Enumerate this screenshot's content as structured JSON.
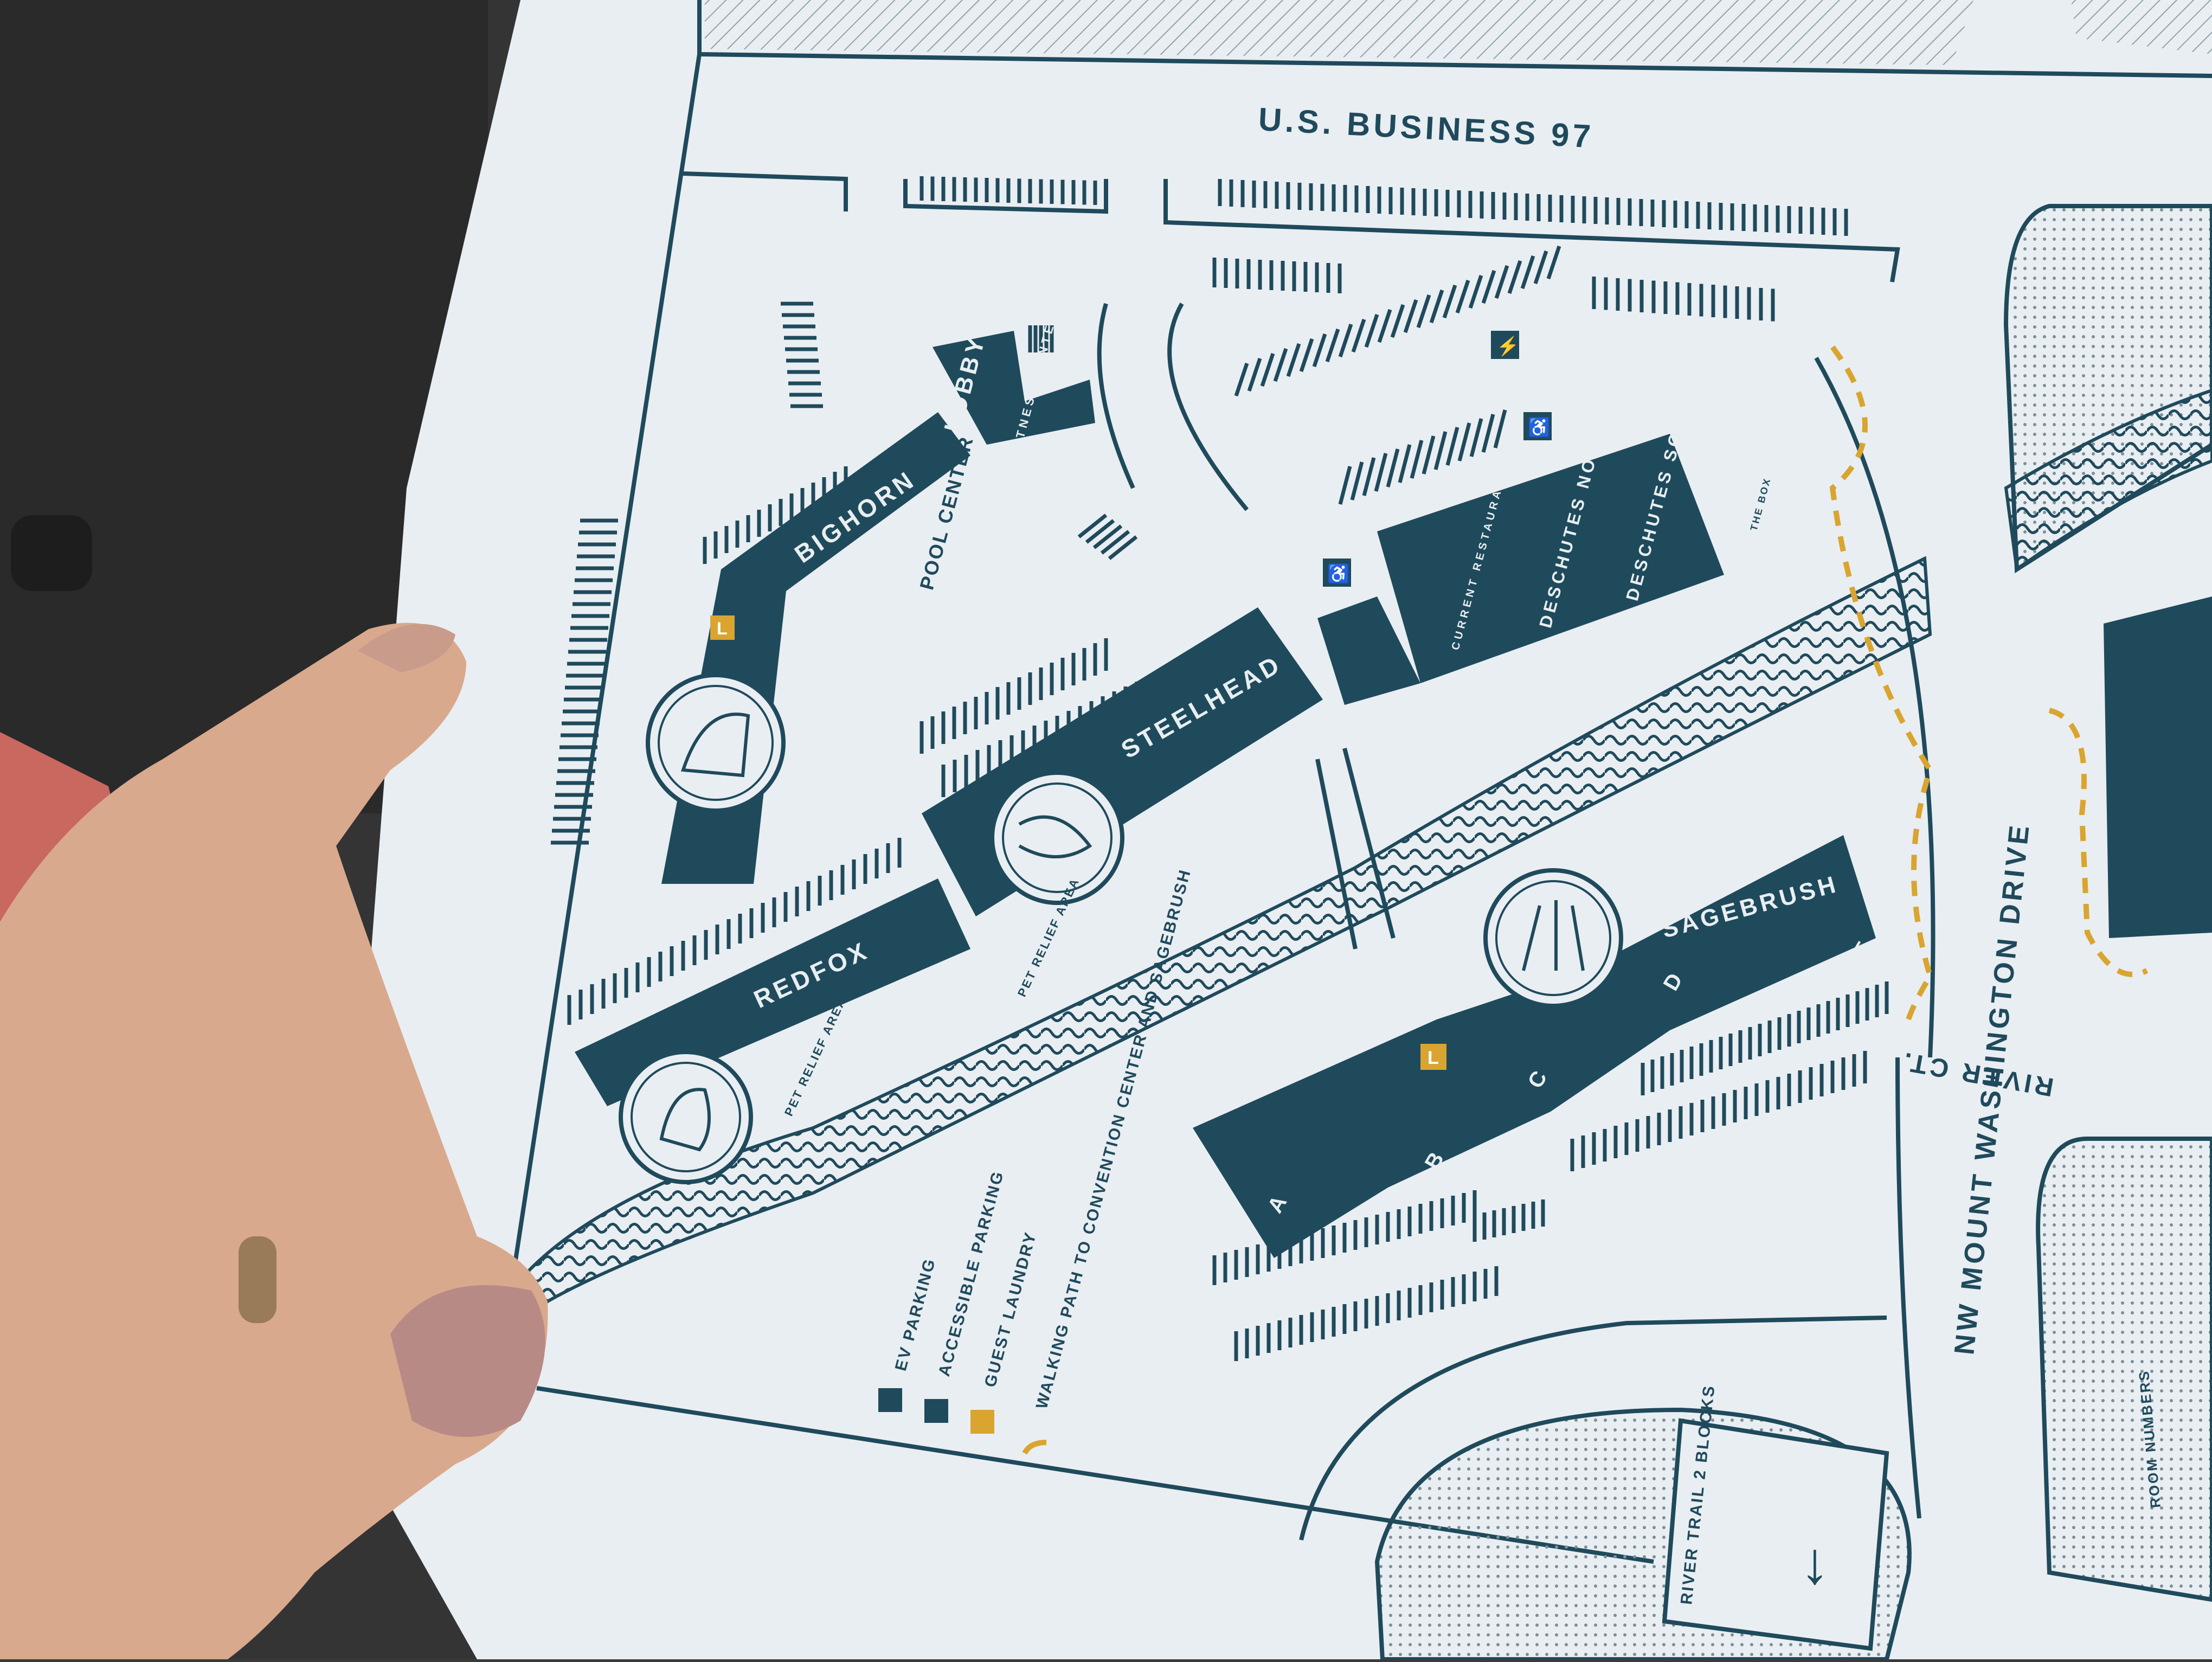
{
  "map": {
    "road_top": "U.S. BUSINESS 97",
    "road_right": "NW MOUNT WASHINGTON DRIVE",
    "road_partial": "RIVER CT.",
    "buildings": {
      "lobby": "LOBBY",
      "fitness": "FITNESS CENTER",
      "bighorn": "BIGHORN",
      "pool": "POOL CENTER",
      "steelhead": "STEELHEAD",
      "redfox": "REDFOX",
      "sagebrush": "SAGEBRUSH",
      "des_north": "DESCHUTES NORTH",
      "des_south": "DESCHUTES SOUTH",
      "restaurant": "CURRENT RESTAURANT",
      "small_bldg": "THE BOX"
    },
    "pet_areas": [
      "PET RELIEF AREA",
      "PET RELIEF AREA"
    ],
    "sagebrush_wings": [
      "A",
      "B",
      "C",
      "D",
      "E"
    ],
    "trail_sign": "RIVER TRAIL 2 BLOCKS",
    "partial_right_text": "ROOM NUMBERS",
    "legend": [
      {
        "icon": "ev-icon",
        "label": "EV PARKING"
      },
      {
        "icon": "accessible-icon",
        "label": "ACCESSIBLE PARKING"
      },
      {
        "icon": "laundry-icon",
        "label": "GUEST LAUNDRY"
      },
      {
        "icon": "walking-path-icon",
        "label": "WALKING PATH TO CONVENTION CENTER AND SAGEBRUSH"
      }
    ],
    "laundry_glyph": "L",
    "ev_glyph": "⚡",
    "accessible_glyph": "♿",
    "arrow_glyph": "↓"
  },
  "colors": {
    "building": "#1f4a5c",
    "paper": "#e9eef2",
    "path": "#d9a530",
    "river": "#1f4a5c",
    "background": "#3a3a3a"
  }
}
